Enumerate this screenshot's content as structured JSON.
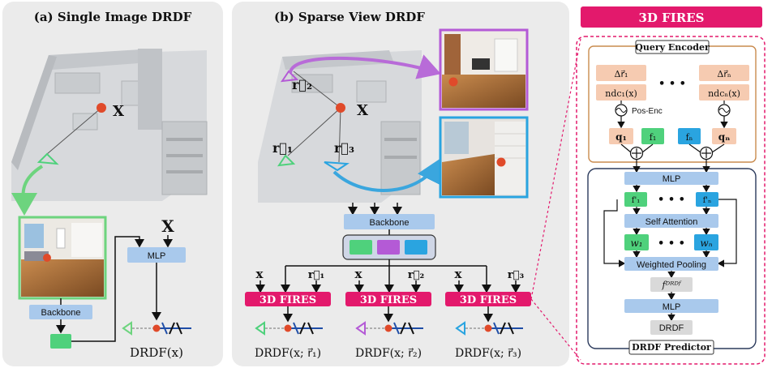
{
  "panel_a": {
    "title": "(a) Single Image DRDF",
    "point_label": "X",
    "backbone": "Backbone",
    "mlp": "MLP",
    "mlp_input": "X",
    "output": "DRDF(x)"
  },
  "panel_b": {
    "title": "(b) Sparse View DRDF",
    "point_label": "X",
    "ray1": "r⃗₁",
    "ray2": "r⃗₂",
    "ray3": "r⃗₃",
    "backbone": "Backbone",
    "fires": [
      {
        "label": "3D FIRES",
        "in_x": "x",
        "in_r": "r⃗₁",
        "output": "DRDF(x; r⃗₁)",
        "color": "#7fcf8a"
      },
      {
        "label": "3D FIRES",
        "in_x": "x",
        "in_r": "r⃗₂",
        "output": "DRDF(x; r⃗₂)",
        "color": "#b06ad0"
      },
      {
        "label": "3D FIRES",
        "in_x": "x",
        "in_r": "r⃗₃",
        "output": "DRDF(x; r⃗₃)",
        "color": "#3aa6de"
      }
    ]
  },
  "panel_c": {
    "title": "3D FIRES",
    "query_encoder": "Query Encoder",
    "delta_r1": "Δr⃗₁",
    "delta_rn": "Δr⃗ₙ",
    "ndc1": "ndc₁(x)",
    "ndcn": "ndcₙ(x)",
    "dots": "• • •",
    "pos_enc": "Pos-Enc",
    "q1": "q₁",
    "qn": "qₙ",
    "f1": "f₁",
    "fn": "fₙ",
    "mlp": "MLP",
    "f1p": "f'₁",
    "fnp": "f'ₙ",
    "self_attention": "Self Attention",
    "w1": "w₁",
    "wn": "wₙ",
    "weighted_pooling": "Weighted Pooling",
    "f_drdf": "fᴰᴿᴰᶠ",
    "mlp2": "MLP",
    "drdf": "DRDF",
    "predictor": "DRDF Predictor"
  },
  "colors": {
    "panel_bg": "#ebebeb",
    "box_blue": "#a9c9ec",
    "fires_pink": "#e3196c",
    "peach": "#f6cbb1",
    "green": "#4fd17c",
    "purple": "#b45ad6",
    "cyan": "#2aa4e0",
    "gray_box": "#d9d9d9"
  }
}
